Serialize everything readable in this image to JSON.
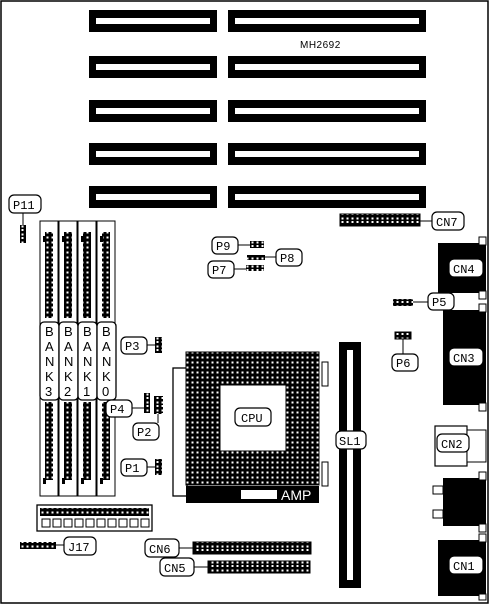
{
  "board_id": "MH2692",
  "cpu_label": "CPU",
  "socket_brand": "AMP",
  "slot_label": "SL1",
  "banks": [
    {
      "letters": [
        "B",
        "A",
        "N",
        "K",
        "3"
      ]
    },
    {
      "letters": [
        "B",
        "A",
        "N",
        "K",
        "2"
      ]
    },
    {
      "letters": [
        "B",
        "A",
        "N",
        "K",
        "1"
      ]
    },
    {
      "letters": [
        "B",
        "A",
        "N",
        "K",
        "0"
      ]
    }
  ],
  "jumpers": {
    "p1": "P1",
    "p2": "P2",
    "p3": "P3",
    "p4": "P4",
    "p5": "P5",
    "p6": "P6",
    "p7": "P7",
    "p8": "P8",
    "p9": "P9",
    "p11": "P11",
    "j17": "J17"
  },
  "connectors": {
    "cn1": "CN1",
    "cn2": "CN2",
    "cn3": "CN3",
    "cn4": "CN4",
    "cn5": "CN5",
    "cn6": "CN6",
    "cn7": "CN7"
  }
}
